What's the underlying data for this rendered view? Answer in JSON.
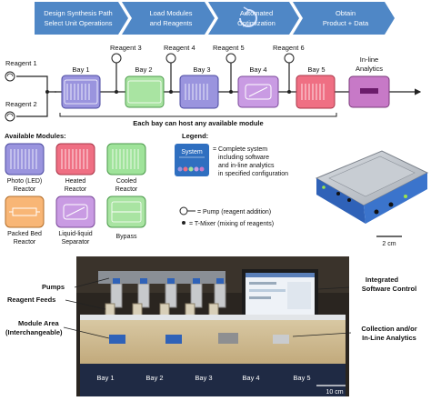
{
  "workflow": {
    "steps": [
      {
        "line1": "Design Synthesis Path",
        "line2": "Select Unit Operations"
      },
      {
        "line1": "Load Modules",
        "line2": "and Reagents"
      },
      {
        "line1": "Automated",
        "line2": "Optimization"
      },
      {
        "line1": "Obtain",
        "line2": "Product + Data"
      }
    ]
  },
  "flow": {
    "reagents": [
      "Reagent 1",
      "Reagent 2",
      "Reagent 3",
      "Reagent 4",
      "Reagent 5",
      "Reagent 6"
    ],
    "bays": [
      "Bay 1",
      "Bay 2",
      "Bay 3",
      "Bay 4",
      "Bay 5"
    ],
    "analytics": {
      "line1": "In-line",
      "line2": "Analytics"
    },
    "note": "Each bay can host any available module"
  },
  "modules": {
    "title": "Available Modules:",
    "items": [
      {
        "line1": "Photo (LED)",
        "line2": "Reactor"
      },
      {
        "line1": "Heated",
        "line2": "Reactor"
      },
      {
        "line1": "Cooled",
        "line2": "Reactor"
      },
      {
        "line1": "Packed Bed",
        "line2": "Reactor"
      },
      {
        "line1": "Liquid-liquid",
        "line2": "Separator"
      },
      {
        "line1": "Bypass",
        "line2": ""
      }
    ]
  },
  "legend": {
    "title": "Legend:",
    "system_label": "System",
    "system_desc": [
      "= Complete system",
      "including software",
      "and in-line analytics",
      "in specified configuration"
    ],
    "pump_desc": "= Pump (reagent addition)",
    "mixer_desc": "= T-Mixer (mixing of reagents)"
  },
  "device": {
    "scale": "2 cm"
  },
  "photo": {
    "callouts_left": [
      "Pumps",
      "Reagent Feeds",
      "Module Area",
      "(Interchangeable)"
    ],
    "callouts_right": [
      "Integrated",
      "Software Control",
      "Collection and/or",
      "In-Line Analytics"
    ],
    "bays": [
      "Bay 1",
      "Bay 2",
      "Bay 3",
      "Bay 4",
      "Bay 5"
    ],
    "scale": "10 cm"
  },
  "colors": {
    "banner": "#4f87c6",
    "photo": "#9a94de",
    "heated": "#ef6f83",
    "cooled": "#9fe39a",
    "packed": "#f8b676",
    "separator": "#c99be3",
    "bypass": "#a9e4a2",
    "analytics": "#c779c7"
  }
}
